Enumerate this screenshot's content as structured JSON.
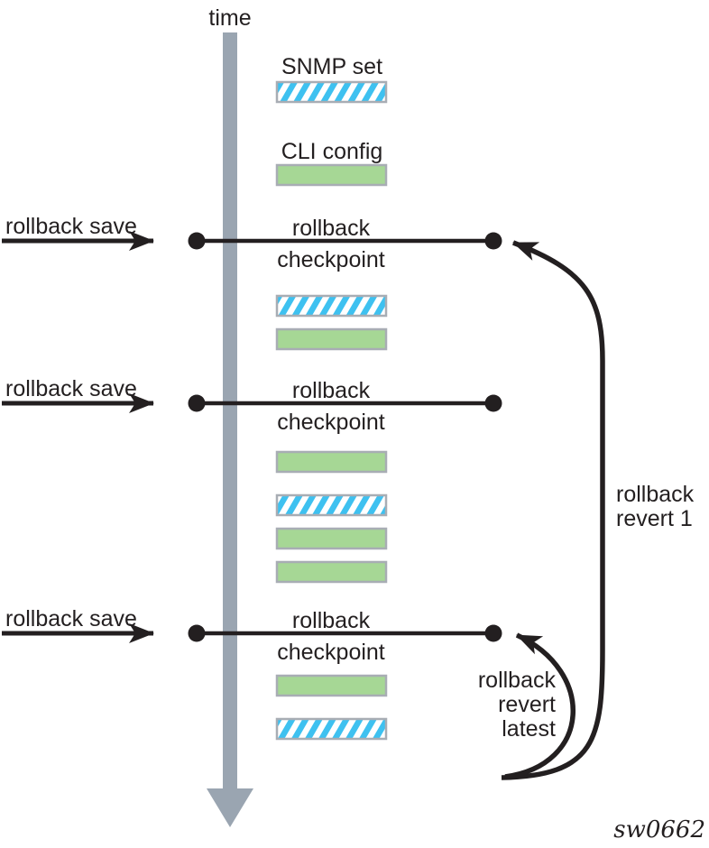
{
  "diagram": {
    "timeline_label": "time",
    "legend": {
      "snmp_label": "SNMP set",
      "cli_label": "CLI config"
    },
    "checkpoints": [
      {
        "save_label": "rollback save",
        "line1": "rollback",
        "line2": "checkpoint"
      },
      {
        "save_label": "rollback save",
        "line1": "rollback",
        "line2": "checkpoint"
      },
      {
        "save_label": "rollback save",
        "line1": "rollback",
        "line2": "checkpoint"
      }
    ],
    "revert1": {
      "line1": "rollback",
      "line2": "revert 1"
    },
    "revert_latest": {
      "line1": "rollback",
      "line2": "revert",
      "line3": "latest"
    },
    "figure_id": "sw0662",
    "event_sequence": [
      "snmp-set",
      "cli-config",
      "checkpoint-1",
      "snmp-set",
      "cli-config",
      "checkpoint-2",
      "cli-config",
      "snmp-set",
      "cli-config",
      "cli-config",
      "checkpoint-3",
      "cli-config",
      "snmp-set"
    ],
    "colors": {
      "ink_black": "#231F20",
      "timeline_gray": "#9AA5B1",
      "cli_green": "#A6D795",
      "snmp_stripe_cyan": "#3EC1F0",
      "box_border_gray": "#A8ADB4"
    }
  }
}
